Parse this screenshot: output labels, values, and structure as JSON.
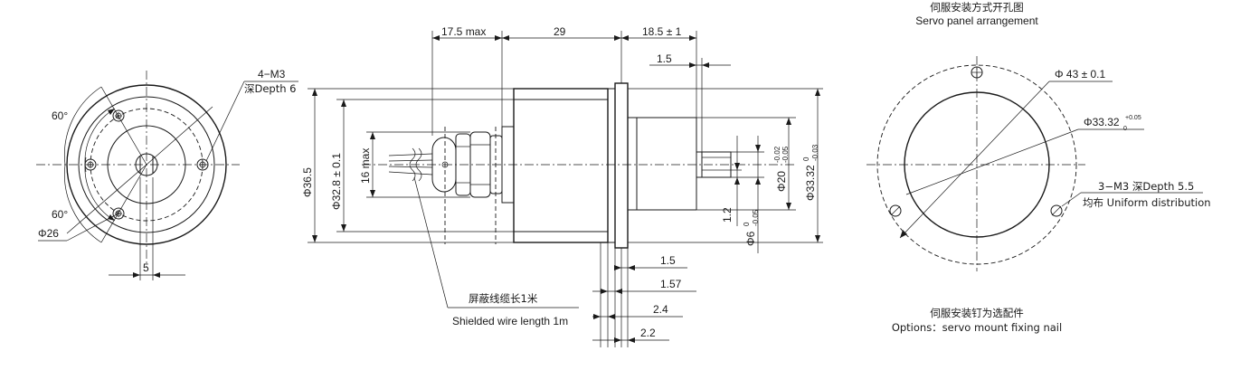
{
  "title": {
    "servo_cn": "伺服安装方式开孔图",
    "servo_en": "Servo panel arrangement",
    "options_cn": "伺服安装钉为选配件",
    "options_en": "Options：servo mount fixing nail"
  },
  "front_view": {
    "angle_top": "60°",
    "angle_bottom": "60°",
    "dia_pcd": "Φ26",
    "thread_label": "4−M3",
    "thread_depth": "深Depth 6",
    "offset_dim": "5"
  },
  "side_view": {
    "dim_17_5": "17.5 max",
    "dim_29": "29",
    "dim_18_5": "18.5 ± 1",
    "dim_1_5_top": "1.5",
    "dia_36_5": "Φ36.5",
    "dia_32_8": "Φ32.8 ± 0.1",
    "dim_16": "16 max",
    "dia_20": "Φ20",
    "dia_20_tol_up": "-0.02",
    "dia_20_tol_dn": "-0.05",
    "dia_33_32": "Φ33.32",
    "dia_33_32_tol_up": "0",
    "dia_33_32_tol_dn": "-0.03",
    "dim_1_2": "1.2",
    "dia_6": "Φ6",
    "dia_6_tol_up": "0",
    "dia_6_tol_dn": "-0.05",
    "dim_1_5_bottom": "1.5",
    "dim_1_57": "1.57",
    "dim_2_4": "2.4",
    "dim_2_2": "2.2",
    "wire_cn": "屏蔽线缆长1米",
    "wire_en": "Shielded wire length 1m"
  },
  "panel_view": {
    "dia_43": "Φ 43 ± 0.1",
    "dia_33_32": "Φ33.32",
    "dia_33_32_tol_up": "+0.05",
    "dia_33_32_tol_dn": "0",
    "thread_label": "3−M3 深Depth 5.5",
    "distribution": "均布 Uniform distribution"
  }
}
